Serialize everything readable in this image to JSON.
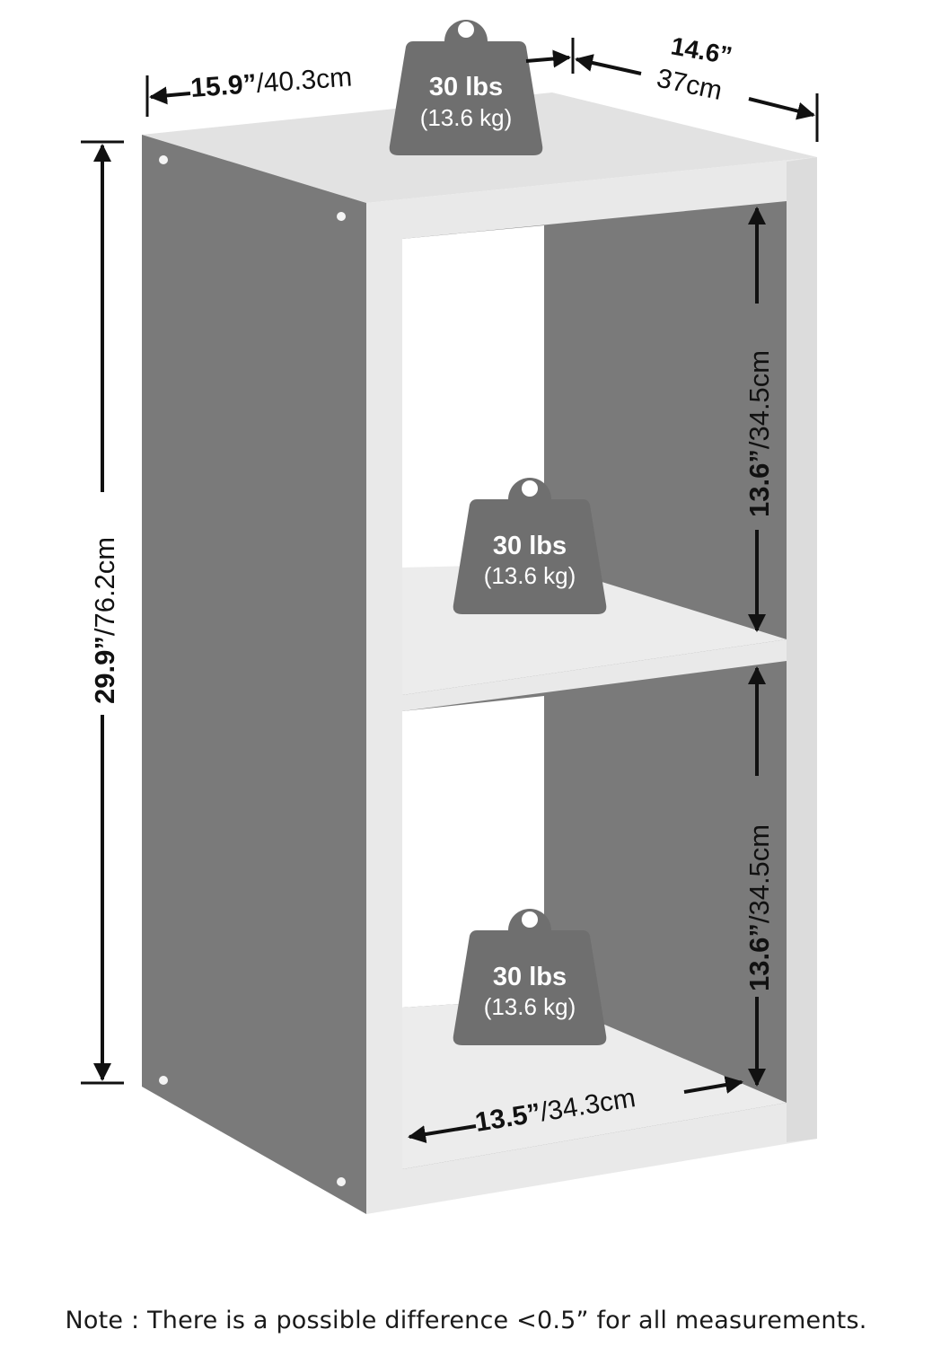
{
  "colors": {
    "panel_gray": "#7a7a7a",
    "frame_light": "#e6e6e6",
    "interior_light": "#ececec",
    "weight_gray": "#6f6f6f",
    "ink": "#111111"
  },
  "dimensions": {
    "width": {
      "inch": "15.9”",
      "cm": "/40.3cm"
    },
    "depth": {
      "inch": "14.6”",
      "cm": "37cm"
    },
    "height": {
      "inch": "29.9”",
      "cm": "/76.2cm"
    },
    "cubby_upper": {
      "inch": "13.6”",
      "cm": "/34.5cm"
    },
    "cubby_lower": {
      "inch": "13.6”",
      "cm": "/34.5cm"
    },
    "inner_width": {
      "inch": "13.5”",
      "cm": "/34.3cm"
    }
  },
  "weights": {
    "top": {
      "lbs": "30 lbs",
      "kg": "(13.6 kg)"
    },
    "middle": {
      "lbs": "30 lbs",
      "kg": "(13.6 kg)"
    },
    "bottom": {
      "lbs": "30 lbs",
      "kg": "(13.6 kg)"
    }
  },
  "icons": [
    "weight-icon",
    "dimension-arrow-icon",
    "screw-hole-icon"
  ],
  "note": "Note : There is a possible difference <0.5” for all measurements."
}
